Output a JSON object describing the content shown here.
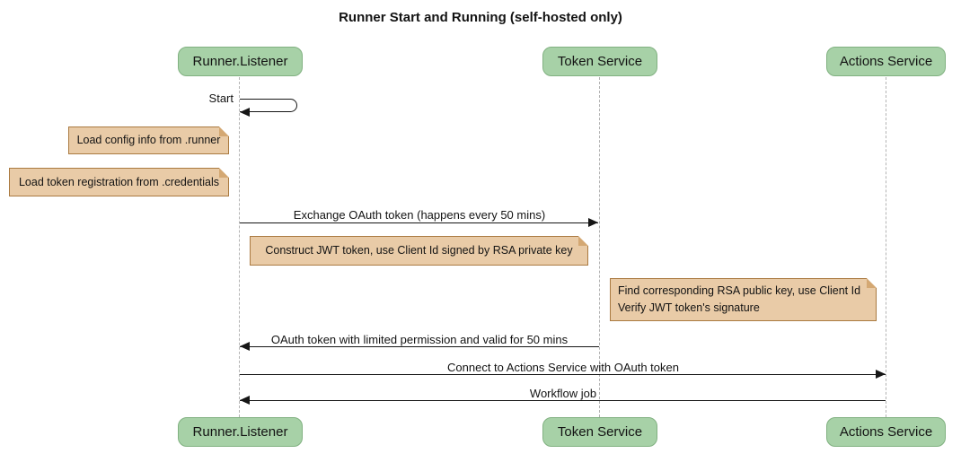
{
  "diagram": {
    "title": "Runner Start and Running (self-hosted only)",
    "type": "sequence-diagram"
  },
  "participants": [
    {
      "name": "Runner.Listener"
    },
    {
      "name": "Token Service"
    },
    {
      "name": "Actions Service"
    }
  ],
  "messages": [
    {
      "label": "Start",
      "from": "Runner.Listener",
      "to": "Runner.Listener",
      "style": "self-loop"
    },
    {
      "label": "Exchange OAuth token (happens every 50 mins)",
      "from": "Runner.Listener",
      "to": "Token Service",
      "style": "solid-arrow"
    },
    {
      "label": "OAuth token with limited permission and valid for 50 mins",
      "from": "Token Service",
      "to": "Runner.Listener",
      "style": "solid-arrow"
    },
    {
      "label": "Connect to Actions Service with OAuth token",
      "from": "Runner.Listener",
      "to": "Actions Service",
      "style": "solid-arrow"
    },
    {
      "label": "Workflow job",
      "from": "Actions Service",
      "to": "Runner.Listener",
      "style": "solid-arrow"
    }
  ],
  "notes": [
    {
      "lines": [
        "Load config info from .runner"
      ],
      "position": "left of Runner.Listener"
    },
    {
      "lines": [
        "Load token registration from .credentials"
      ],
      "position": "left of Runner.Listener"
    },
    {
      "lines": [
        "Construct JWT token, use Client Id signed by RSA private key"
      ],
      "position": "right of Runner.Listener"
    },
    {
      "lines": [
        "Find corresponding RSA public key, use Client Id",
        "Verify JWT token's signature"
      ],
      "position": "left of Actions Service"
    }
  ],
  "colors": {
    "participant_fill": "#a7d1a7",
    "participant_border": "#81b181",
    "note_fill": "#e9cba7",
    "note_border": "#aa7a41",
    "note_fold": "#d4a873",
    "lifeline": "#b3b3b3",
    "message_line": "#161616",
    "text": "#131313",
    "background": "#ffffff"
  }
}
